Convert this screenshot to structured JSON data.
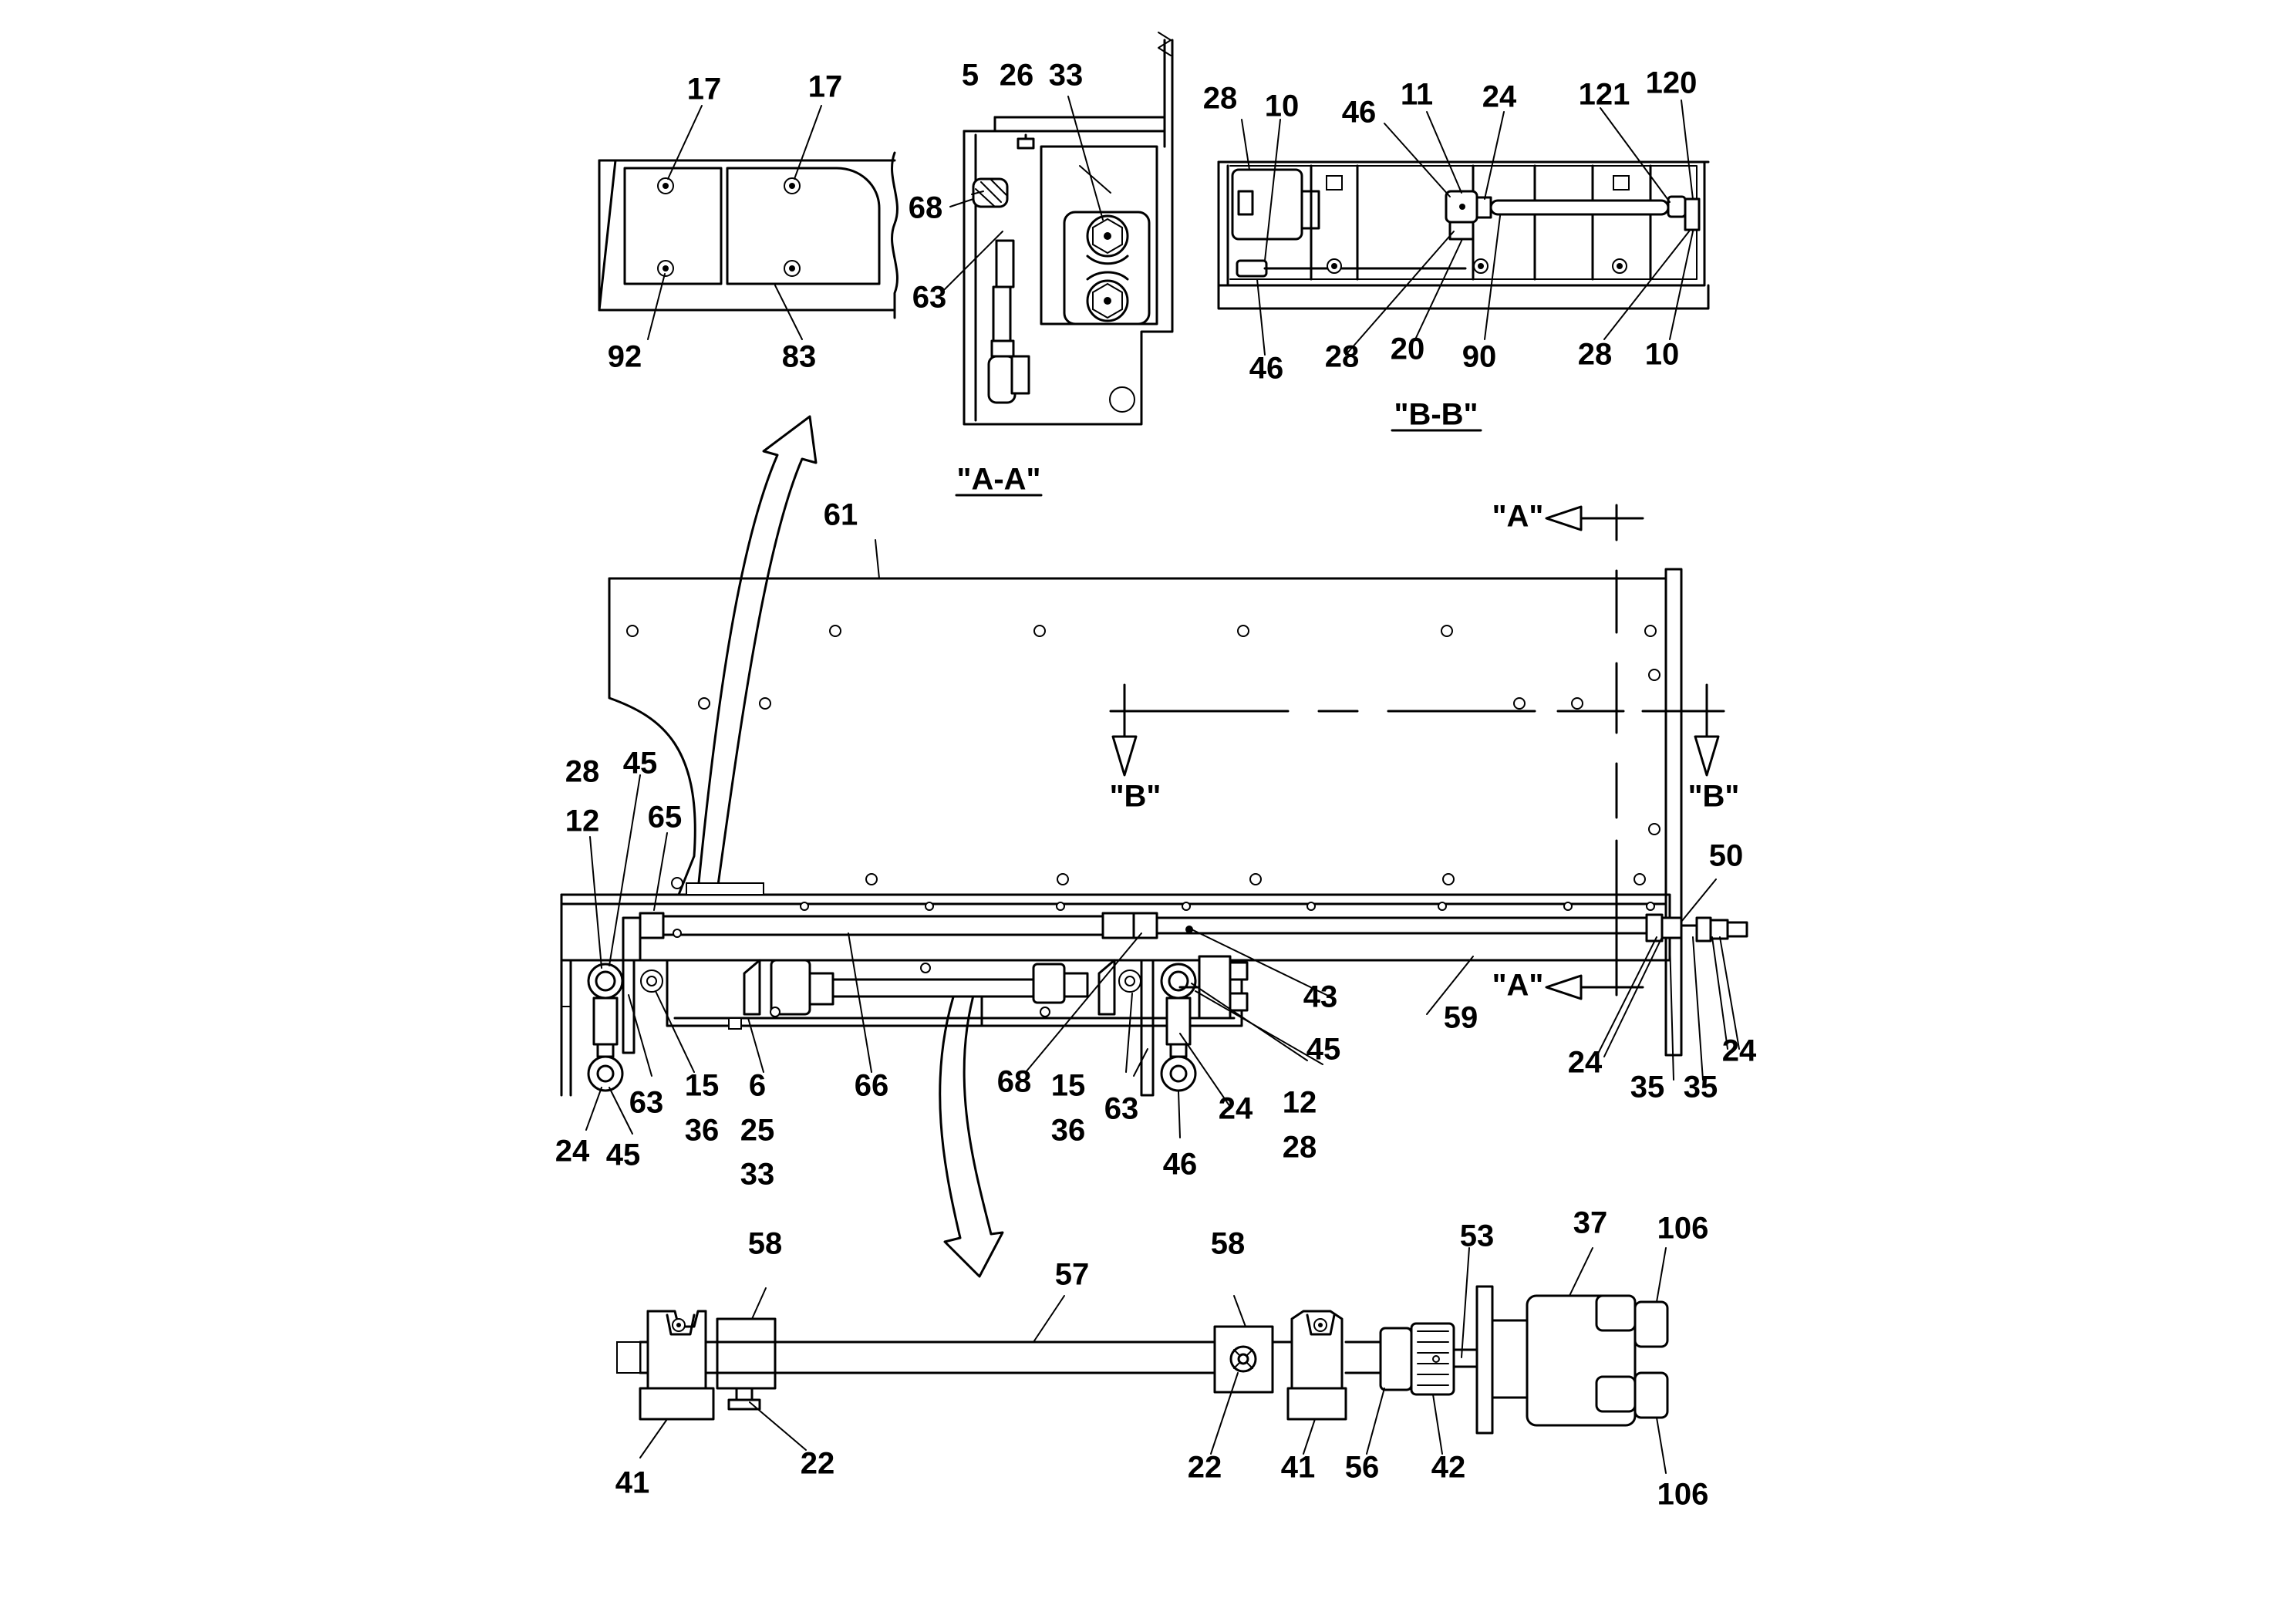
{
  "views": {
    "section_a": "\"A-A\"",
    "section_b": "\"B-B\""
  },
  "section_markers": {
    "a_top": "\"A\"",
    "a_bottom": "\"A\"",
    "b_left": "\"B\"",
    "b_right": "\"B\""
  },
  "labels": {
    "detail": [
      "17",
      "17",
      "92",
      "83"
    ],
    "section_a": [
      "5",
      "26",
      "33",
      "68",
      "63"
    ],
    "section_b": [
      "28",
      "10",
      "46",
      "11",
      "24",
      "121",
      "120",
      "46",
      "28",
      "20",
      "90",
      "28",
      "10"
    ],
    "main": [
      "61",
      "28",
      "45",
      "12",
      "65",
      "50",
      "43",
      "59",
      "45",
      "24",
      "24",
      "63",
      "15",
      "36",
      "6",
      "25",
      "33",
      "66",
      "68",
      "15",
      "36",
      "63",
      "12",
      "28",
      "46",
      "24",
      "24",
      "35",
      "35",
      "45"
    ],
    "shaft": [
      "58",
      "57",
      "58",
      "53",
      "37",
      "106",
      "106",
      "41",
      "22",
      "22",
      "41",
      "56",
      "42"
    ]
  }
}
